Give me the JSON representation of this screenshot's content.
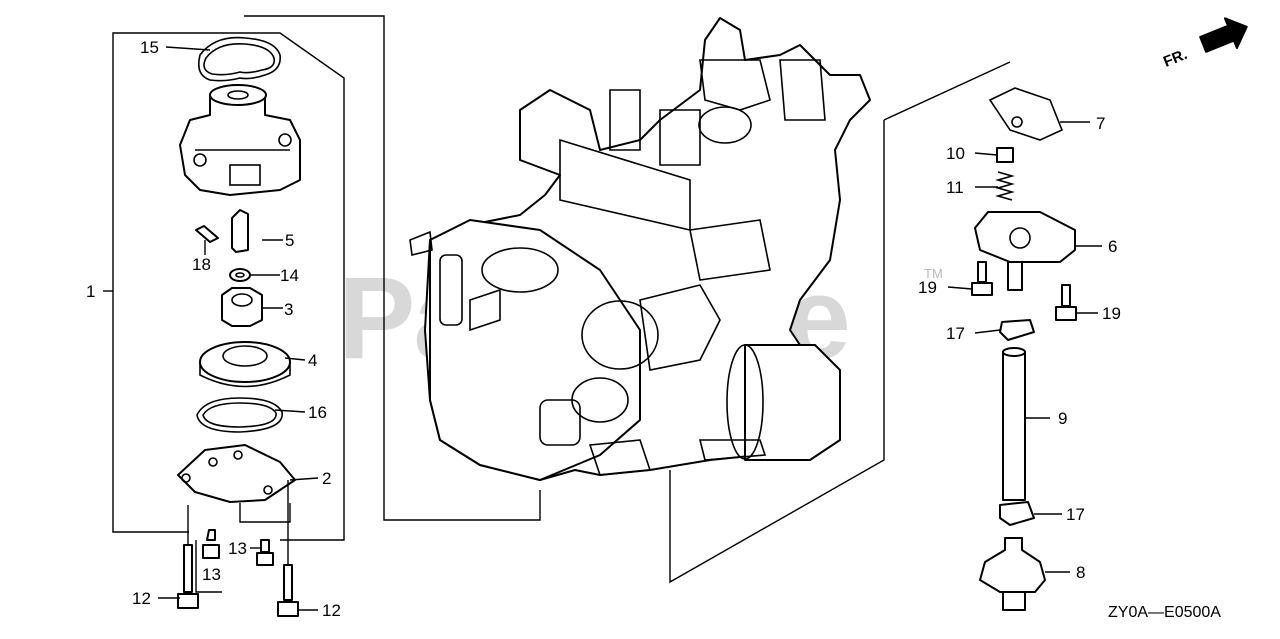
{
  "watermark": {
    "text": "PartsTree",
    "trademark": "TM"
  },
  "direction_indicator": {
    "label": "FR."
  },
  "diagram_code": "ZY0A—E0500A",
  "callouts": {
    "c1": "1",
    "c2": "2",
    "c3": "3",
    "c4": "4",
    "c5": "5",
    "c6": "6",
    "c7": "7",
    "c8": "8",
    "c9": "9",
    "c10": "10",
    "c11": "11",
    "c12a": "12",
    "c12b": "12",
    "c13a": "13",
    "c13b": "13",
    "c14": "14",
    "c15": "15",
    "c16": "16",
    "c17a": "17",
    "c17b": "17",
    "c18": "18",
    "c19a": "19",
    "c19b": "19"
  }
}
